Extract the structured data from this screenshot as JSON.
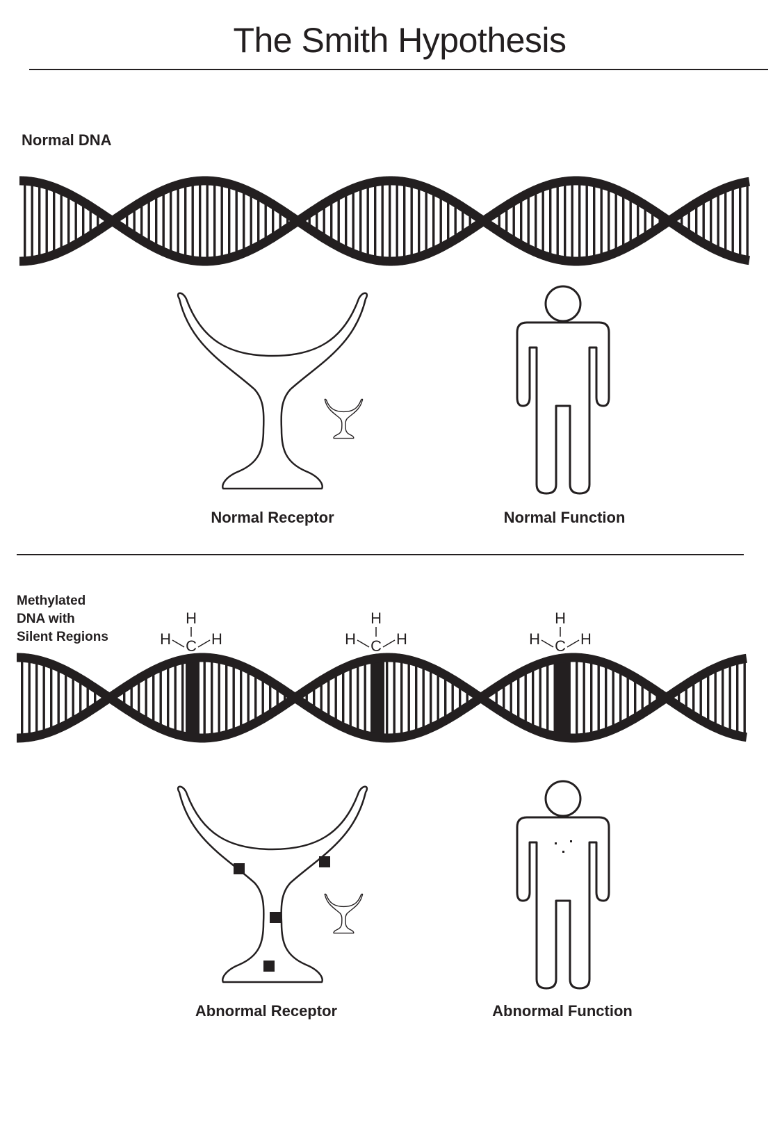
{
  "title": "The Smith Hypothesis",
  "colors": {
    "ink": "#231f20",
    "background": "#ffffff"
  },
  "normal": {
    "section_label": "Normal DNA",
    "receptor_label": "Normal Receptor",
    "function_label": "Normal Function"
  },
  "methylated": {
    "section_label_lines": [
      "Methylated",
      "DNA with",
      "Silent Regions"
    ],
    "receptor_label": "Abnormal Receptor",
    "function_label": "Abnormal Function",
    "methyl_groups": [
      {
        "top": "H",
        "left": "H",
        "center": "C",
        "right": "H"
      },
      {
        "top": "H",
        "left": "H",
        "center": "C",
        "right": "H"
      },
      {
        "top": "H",
        "left": "H",
        "center": "C",
        "right": "H"
      }
    ]
  }
}
